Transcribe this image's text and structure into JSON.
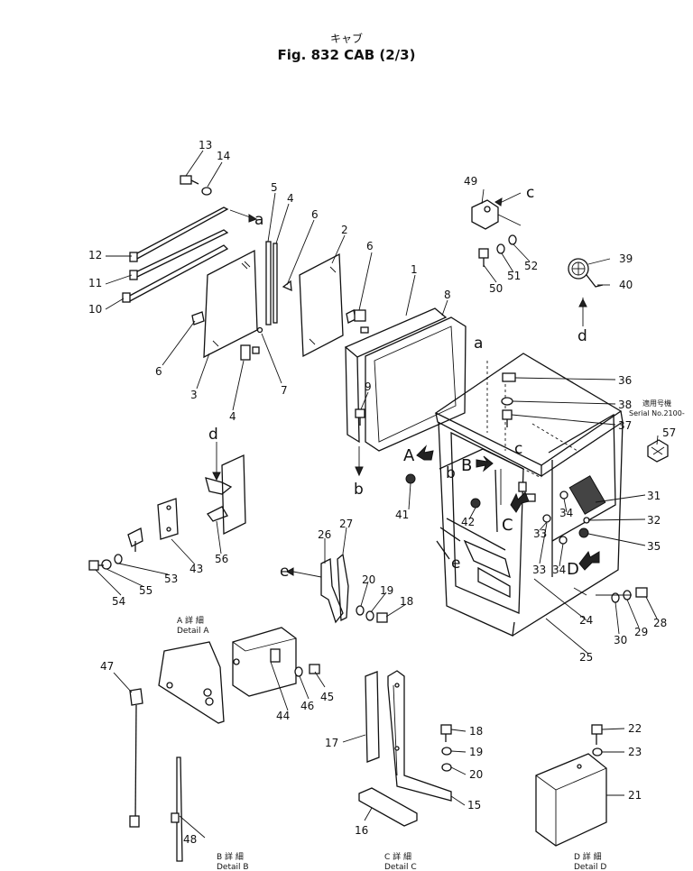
{
  "figure": {
    "title_jp": "キャブ",
    "title": "Fig. 832 CAB (2/3)"
  },
  "parts": [
    "1",
    "2",
    "3",
    "4",
    "5",
    "6",
    "7",
    "8",
    "9",
    "10",
    "11",
    "12",
    "13",
    "14",
    "15",
    "16",
    "17",
    "18",
    "19",
    "20",
    "21",
    "22",
    "23",
    "24",
    "25",
    "26",
    "27",
    "28",
    "29",
    "30",
    "31",
    "32",
    "33",
    "34",
    "35",
    "36",
    "37",
    "38",
    "39",
    "40",
    "41",
    "42",
    "43",
    "44",
    "45",
    "46",
    "47",
    "48",
    "49",
    "50",
    "51",
    "52",
    "53",
    "54",
    "55",
    "56",
    "57"
  ],
  "callouts": {
    "a": "a",
    "b": "b",
    "c": "c",
    "d": "d",
    "e": "e",
    "A": "A",
    "B": "B",
    "C": "C",
    "D": "D"
  },
  "serial_note": {
    "jp": "適用号機",
    "en": "Serial No.2100-"
  },
  "details": {
    "A": {
      "jp": "A 詳 細",
      "en": "Detail A"
    },
    "B": {
      "jp": "B 詳 細",
      "en": "Detail B"
    },
    "C": {
      "jp": "C 詳 細",
      "en": "Detail C"
    },
    "D": {
      "jp": "D 詳 細",
      "en": "Detail D"
    }
  }
}
